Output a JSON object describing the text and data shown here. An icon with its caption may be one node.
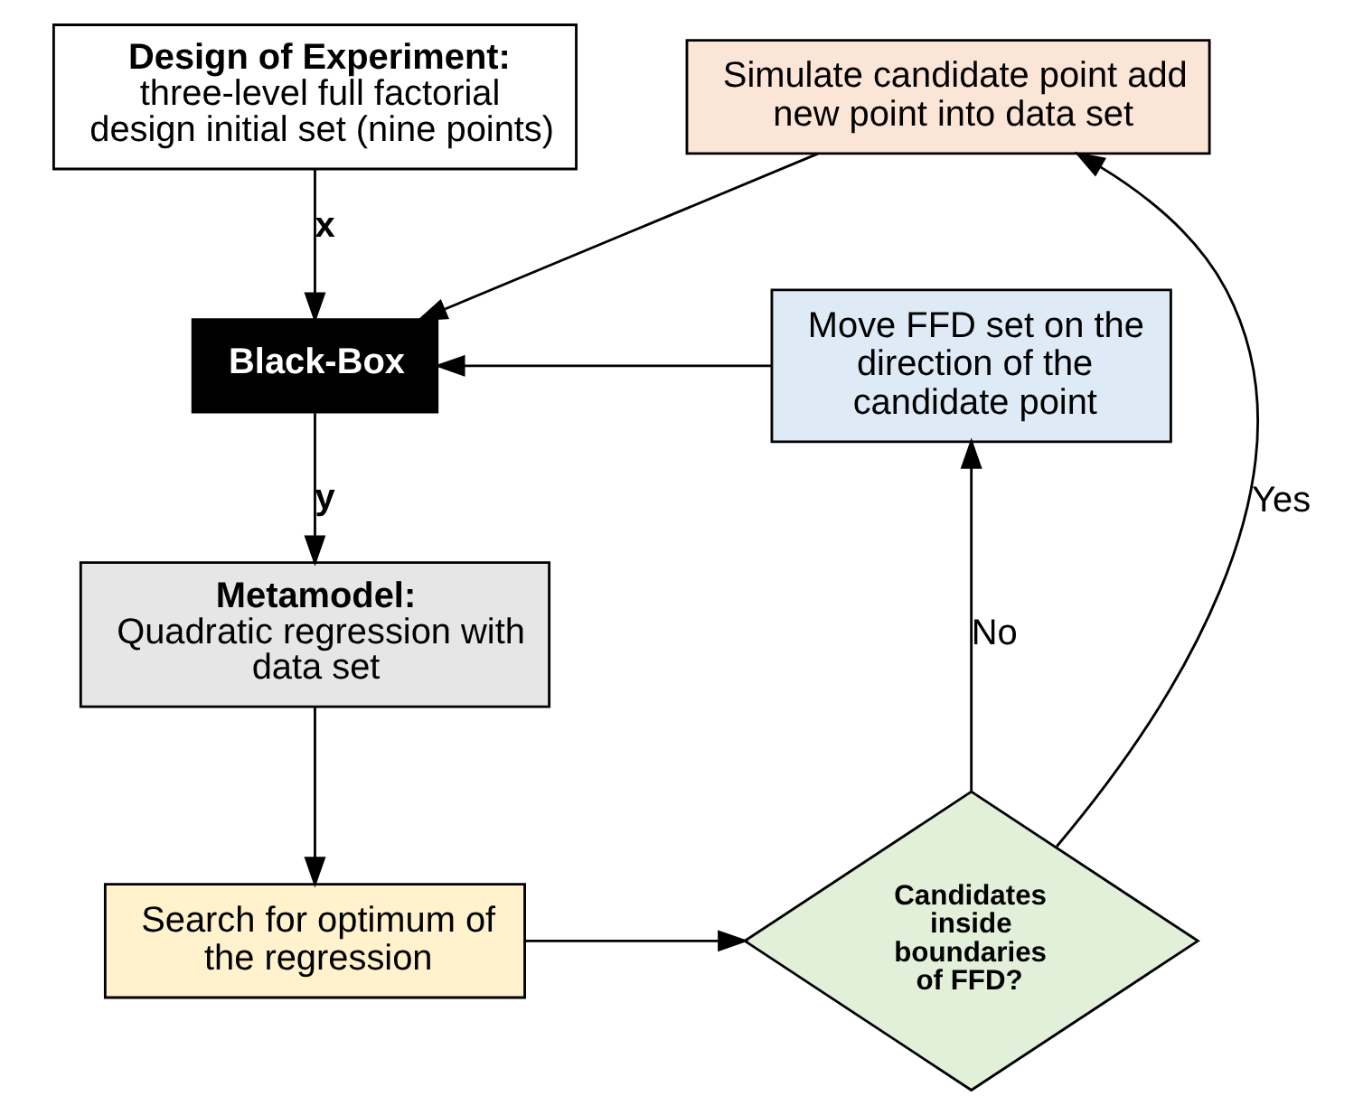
{
  "diagram": {
    "nodes": [
      {
        "text": [
          "Design of Experiment:",
          "three-level full factorial design initial set (nine points)"
        ]
      },
      {
        "text": [
          "Black-Box"
        ]
      },
      {
        "text": [
          "Metamodel:",
          "Quadratic regression with data set"
        ]
      },
      {
        "text": [
          "Search for optimum of the regression"
        ]
      },
      {
        "text": [
          "Candidates inside boundaries of FFD?"
        ]
      },
      {
        "text": [
          "Move FFD set on the direction of the candidate point"
        ]
      },
      {
        "text": [
          "Simulate candidate point add new point into data set"
        ]
      }
    ],
    "edges": [
      {
        "from": 0,
        "to": 1,
        "arrow": "to",
        "label": "x"
      },
      {
        "from": 6,
        "to": 1,
        "arrow": "to"
      },
      {
        "from": 5,
        "to": 1,
        "arrow": "to"
      },
      {
        "from": 1,
        "to": 2,
        "arrow": "to",
        "label": "y"
      },
      {
        "from": 2,
        "to": 3,
        "arrow": "to"
      },
      {
        "from": 3,
        "to": 4,
        "arrow": "to"
      },
      {
        "from": 4,
        "to": 5,
        "arrow": "to",
        "label": "No"
      },
      {
        "from": 4,
        "to": 6,
        "arrow": "to",
        "label": "Yes"
      }
    ]
  }
}
